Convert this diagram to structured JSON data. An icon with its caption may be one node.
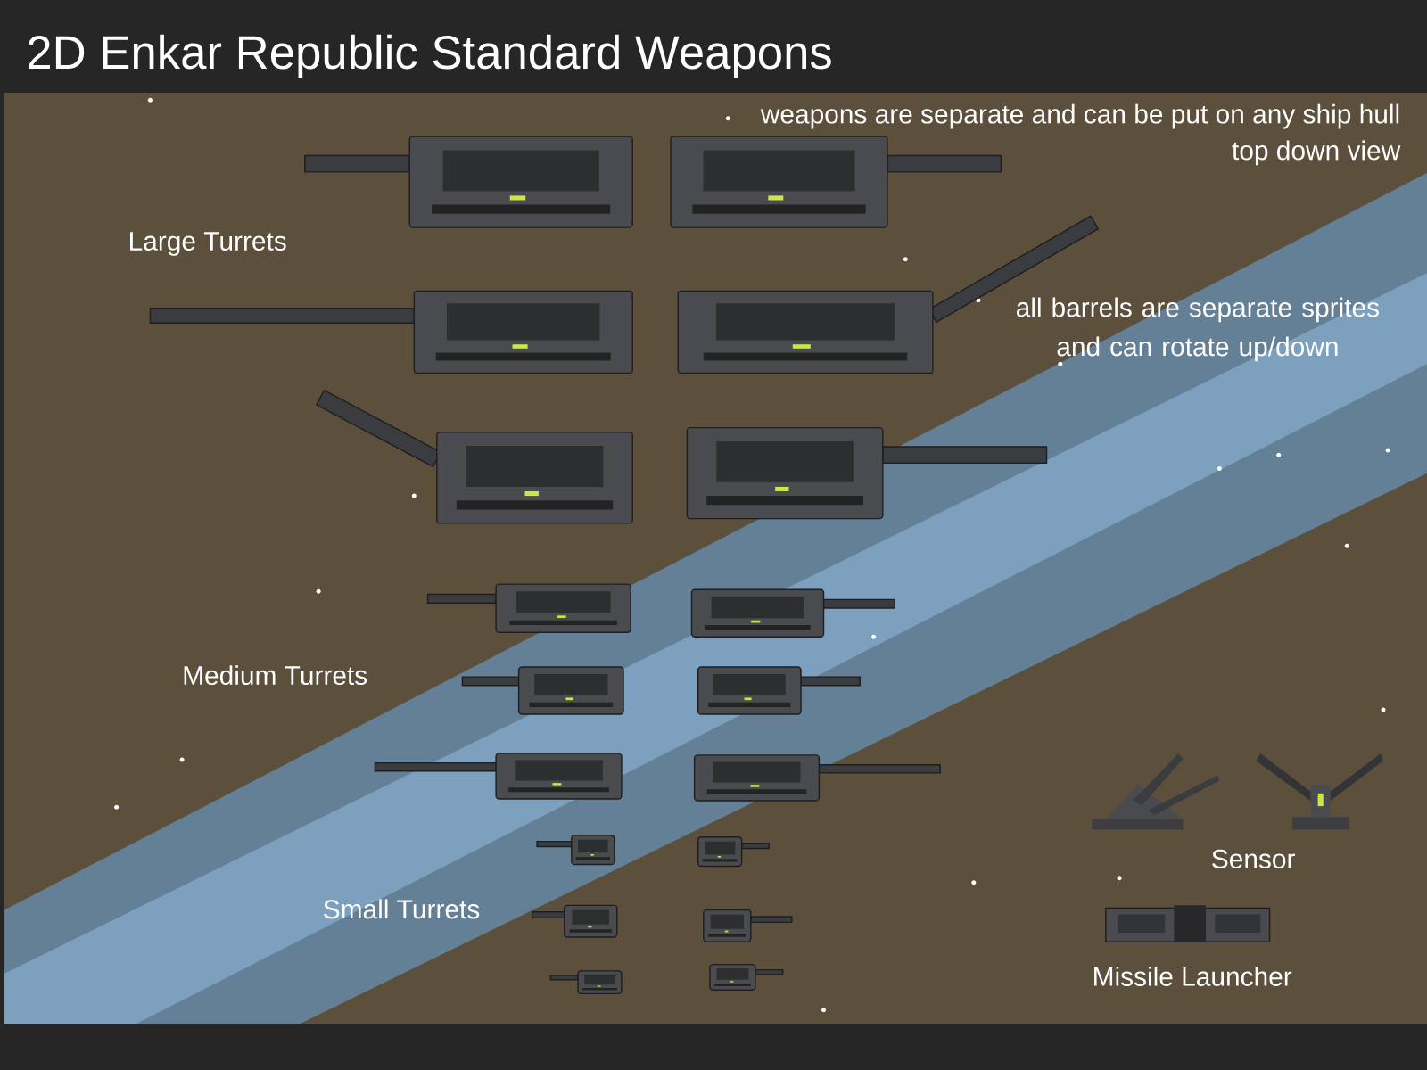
{
  "diagram": {
    "title": "2D Enkar Republic Standard Weapons",
    "labels": [
      "weapons are separate and can be put on any ship hull",
      "top down view",
      "Large Turrets",
      "all barrels are separate sprites and can rotate up/down",
      "Medium Turrets",
      "Sensor",
      "Small Turrets",
      "Missile Launcher"
    ]
  }
}
